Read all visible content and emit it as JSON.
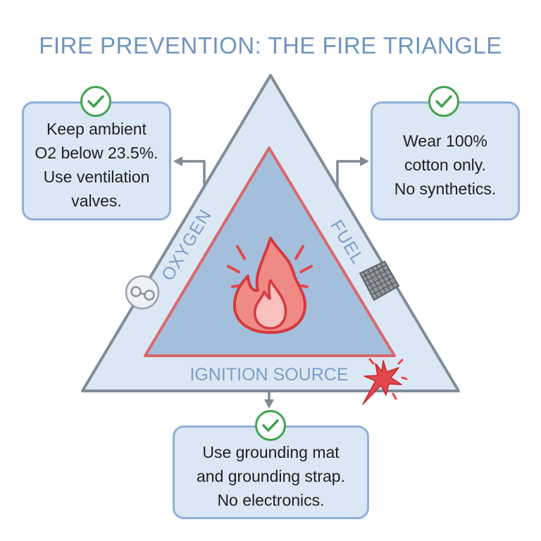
{
  "title": "FIRE PREVENTION: THE FIRE TRIANGLE",
  "triangle": {
    "side_labels": {
      "oxygen": "OXYGEN",
      "fuel": "FUEL",
      "ignition": "IGNITION SOURCE"
    }
  },
  "tips": {
    "oxygen": "Keep ambient\nO2 below 23.5%.\nUse ventilation\nvalves.",
    "fuel": "Wear 100%\ncotton only.\nNo synthetics.",
    "ignition": "Use grounding mat\nand grounding strap.\nNo electronics."
  },
  "icons": {
    "center": "flame-icon",
    "oxygen": "oxygen-molecule-icon",
    "fuel": "fabric-swatch-icon",
    "ignition": "spark-icon",
    "checks": "checkmark-icon"
  },
  "colors": {
    "title": "#6f94bf",
    "outer_triangle_fill": "#dce7f4",
    "outer_triangle_stroke": "#7f8c99",
    "inner_triangle_fill": "#a4bfdc",
    "inner_triangle_stroke": "#d9676b",
    "flame": "#e2474b",
    "box_fill": "#dbe7f5",
    "box_border": "#8fb0d8",
    "check": "#3fa34d",
    "connector": "#7f8a96"
  }
}
